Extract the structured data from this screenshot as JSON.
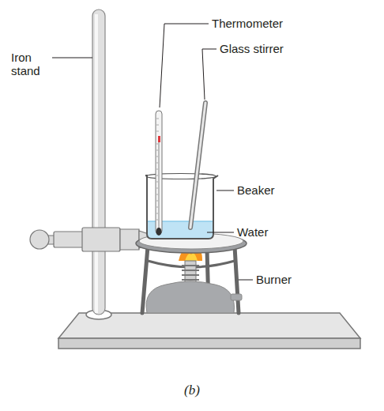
{
  "diagram": {
    "caption": "(b)",
    "labels": [
      "Iron stand",
      "Thermometer",
      "Glass stirrer",
      "Beaker",
      "Water",
      "Burner"
    ]
  }
}
